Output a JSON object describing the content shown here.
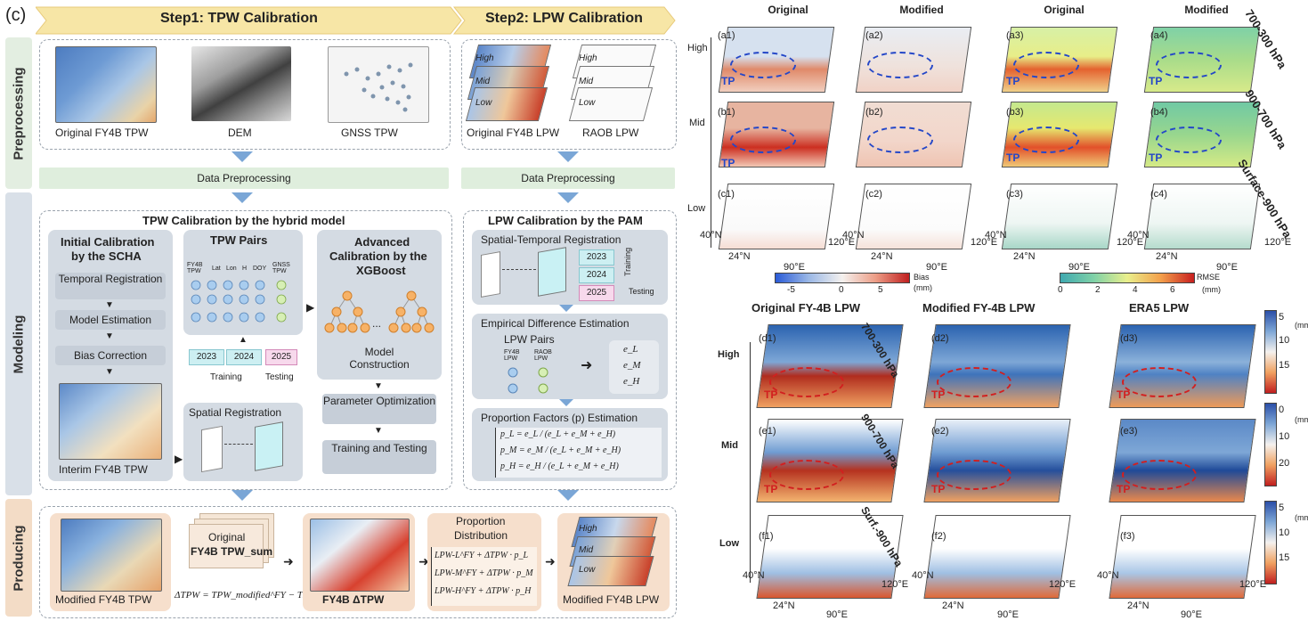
{
  "figure": {
    "panel_label": "(c)"
  },
  "steps": {
    "step1": "Step1: TPW Calibration",
    "step2": "Step2: LPW Calibration"
  },
  "stages": {
    "preprocessing": "Preprocessing",
    "modeling": "Modeling",
    "producing": "Producing"
  },
  "preprocessing": {
    "inputs": [
      "Original FY4B TPW",
      "DEM",
      "GNSS TPW",
      "Original FY4B LPW",
      "RAOB LPW"
    ],
    "layer_labels": [
      "High",
      "Mid",
      "Low"
    ],
    "bar_left": "Data Preprocessing",
    "bar_right": "Data Preprocessing"
  },
  "modeling": {
    "hybrid_title": "TPW Calibration by the hybrid model",
    "scha": {
      "title_line1": "Initial Calibration",
      "title_line2": "by the SCHA",
      "steps": [
        "Temporal Registration",
        "Model Estimation",
        "Bias Correction"
      ],
      "result": "Interim FY4B TPW"
    },
    "pairs": {
      "title": "TPW Pairs",
      "col_fy4b": "FY4B TPW",
      "col_lat": "Lat",
      "col_lon": "Lon",
      "col_h": "H",
      "col_doy": "DOY",
      "col_gnss": "GNSS TPW",
      "years": [
        "2023",
        "2024",
        "2025"
      ],
      "training": "Training",
      "testing": "Testing",
      "spatial": "Spatial Registration"
    },
    "xgb": {
      "title_line1": "Advanced",
      "title_line2": "Calibration by the",
      "title_line3": "XGBoost",
      "ellipsis": "...",
      "construction": "Model Construction",
      "param": "Parameter Optimization",
      "train": "Training and Testing"
    },
    "pam": {
      "title": "LPW Calibration by the PAM",
      "reg_title": "Spatial-Temporal Registration",
      "years": [
        "2023",
        "2024",
        "2025"
      ],
      "training": "Training",
      "testing": "Testing",
      "ede_title": "Empirical Difference Estimation",
      "lpw_pairs": "LPW Pairs",
      "col_fy4b": "FY4B LPW",
      "col_raob": "RAOB LPW",
      "e_terms": [
        "e_L",
        "e_M",
        "e_H"
      ],
      "pf_title": "Proportion Factors (p) Estimation",
      "formulas": [
        "p_L = e_L / (e_L + e_M + e_H)",
        "p_M = e_M / (e_L + e_M + e_H)",
        "p_H = e_H / (e_L + e_M + e_H)"
      ]
    }
  },
  "producing": {
    "modified_tpw": "Modified FY4B TPW",
    "original_sum_line1": "Original",
    "original_sum_line2": "FY4B TPW_sum",
    "delta_formula": "ΔTPW = TPW_modified^FY − TPW_sum^FY",
    "delta_tpw": "FY4B ΔTPW",
    "prop_title_line1": "Proportion",
    "prop_title_line2": "Distribution",
    "prop_formulas": [
      "LPW-L^FY + ΔTPW · p_L",
      "LPW-M^FY + ΔTPW · p_M",
      "LPW-H^FY + ΔTPW · p_H"
    ],
    "modified_lpw": "Modified FY4B LPW"
  },
  "maps_top": {
    "col_titles": [
      "Original",
      "Modified",
      "Original",
      "Modified"
    ],
    "row_labels": [
      "High",
      "Mid",
      "Low"
    ],
    "layer_titles": [
      "700-300 hPa",
      "900-700 hPa",
      "Surface-900 hPa"
    ],
    "panel_ids": [
      "(a1)",
      "(a2)",
      "(a3)",
      "(a4)",
      "(b1)",
      "(b2)",
      "(b3)",
      "(b4)",
      "(c1)",
      "(c2)",
      "(c3)",
      "(c4)"
    ],
    "tp": "TP",
    "axis": {
      "lat1": "40°N",
      "lat2": "24°N",
      "lon1": "90°E",
      "lon2": "120°E"
    },
    "cbar_bias": {
      "ticks": [
        "-5",
        "0",
        "5"
      ],
      "label": "Bias",
      "unit": "(mm)"
    },
    "cbar_rmse": {
      "ticks": [
        "0",
        "2",
        "4",
        "6"
      ],
      "label": "RMSE",
      "unit": "(mm)"
    }
  },
  "maps_bottom": {
    "col_titles": [
      "Original FY-4B LPW",
      "Modified FY-4B LPW",
      "ERA5 LPW"
    ],
    "row_labels": [
      "High",
      "Mid",
      "Low"
    ],
    "layer_titles": [
      "700-300 hPa",
      "900-700 hPa",
      "Surf.-900 hPa"
    ],
    "panel_ids": [
      "(d1)",
      "(d2)",
      "(d3)",
      "(e1)",
      "(e2)",
      "(e3)",
      "(f1)",
      "(f2)",
      "(f3)"
    ],
    "tp": "TP",
    "axis": {
      "lat1": "40°N",
      "lat2": "24°N",
      "lon1": "90°E",
      "lon2": "120°E"
    },
    "cbars": [
      {
        "ticks": [
          "5",
          "10",
          "15"
        ],
        "unit": "(mm)"
      },
      {
        "ticks": [
          "0",
          "10",
          "20"
        ],
        "unit": "(mm)"
      },
      {
        "ticks": [
          "5",
          "10",
          "15"
        ],
        "unit": "(mm)"
      }
    ]
  },
  "colors": {
    "step_bar": "#f7e6a6",
    "bar_green": "#dfeedd",
    "panel_gray": "#d4dbe3",
    "box_gray": "#c6ced8",
    "peach": "#f6dfcc",
    "arrow_blue": "#7aa6d6"
  }
}
